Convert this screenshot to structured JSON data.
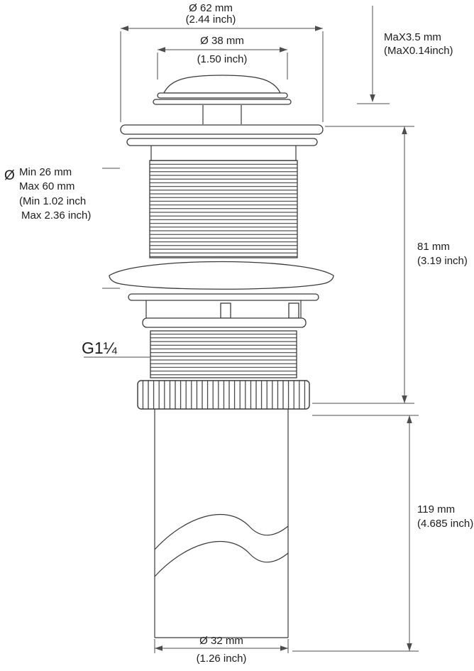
{
  "annotations": {
    "top_diameter": {
      "value": "Ø 62 mm",
      "inch": "(2.44 inch)"
    },
    "cap_diameter": {
      "value": "Ø 38 mm",
      "inch": "(1.50 inch)"
    },
    "cap_height": {
      "value": "MaX3.5 mm",
      "inch": "(MaX0.14inch)"
    },
    "deck_thickness": {
      "symbol": "Ø",
      "line1": "Min 26 mm",
      "line2": "Max 60 mm",
      "line3": "(Min 1.02 inch",
      "line4": "Max 2.36 inch)"
    },
    "body_height": {
      "value": "81 mm",
      "inch": "(3.19 inch)"
    },
    "thread_size": {
      "value": "G1¼"
    },
    "tailpipe_length": {
      "value": "119 mm",
      "inch": "(4.685 inch)"
    },
    "outlet_diameter": {
      "value": "Ø 32 mm",
      "inch": "(1.26 inch)"
    }
  },
  "colors": {
    "background": "#ffffff",
    "drawing_line": "#3a3a3a",
    "dimension_line": "#4d4d4d",
    "text": "#1c1c1c"
  }
}
